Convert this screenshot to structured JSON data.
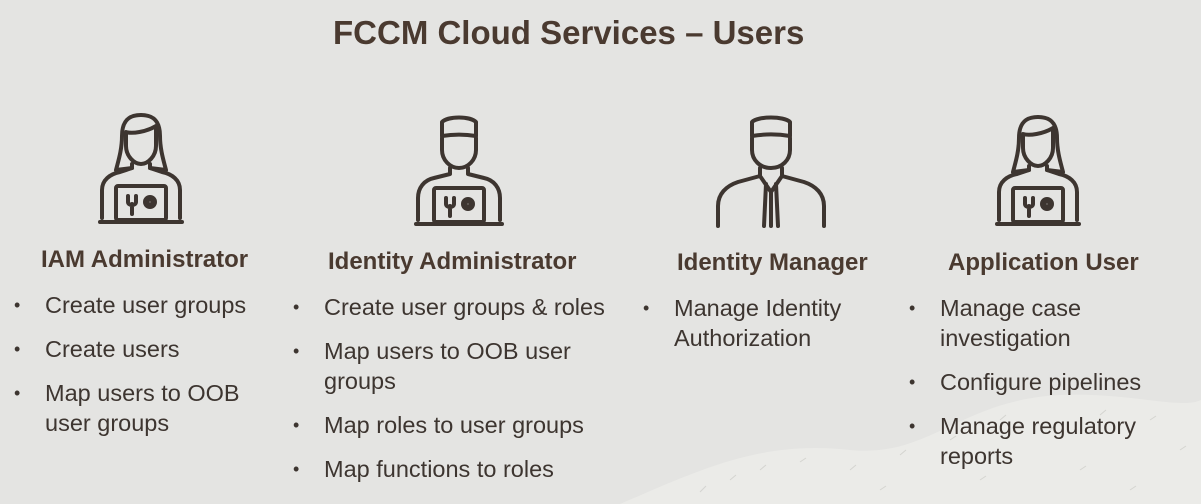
{
  "title": "FCCM Cloud Services – Users",
  "roles": [
    {
      "name": "IAM Administrator",
      "icon": "female-user-laptop-icon",
      "items": [
        "Create user groups",
        "Create users",
        "Map users to OOB user groups"
      ]
    },
    {
      "name": "Identity Administrator",
      "icon": "male-user-laptop-icon",
      "items": [
        "Create user groups & roles",
        "Map users to OOB user groups",
        "Map roles to user groups",
        "Map functions to roles"
      ]
    },
    {
      "name": "Identity Manager",
      "icon": "male-user-suit-icon",
      "items": [
        "Manage Identity Authorization"
      ]
    },
    {
      "name": "Application User",
      "icon": "female-user-laptop-icon",
      "items": [
        "Manage case investigation",
        "Configure pipelines",
        "Manage regulatory reports"
      ]
    }
  ],
  "colors": {
    "background": "#e4e4e2",
    "text": "#3d3530",
    "icon": "#3d3530"
  }
}
